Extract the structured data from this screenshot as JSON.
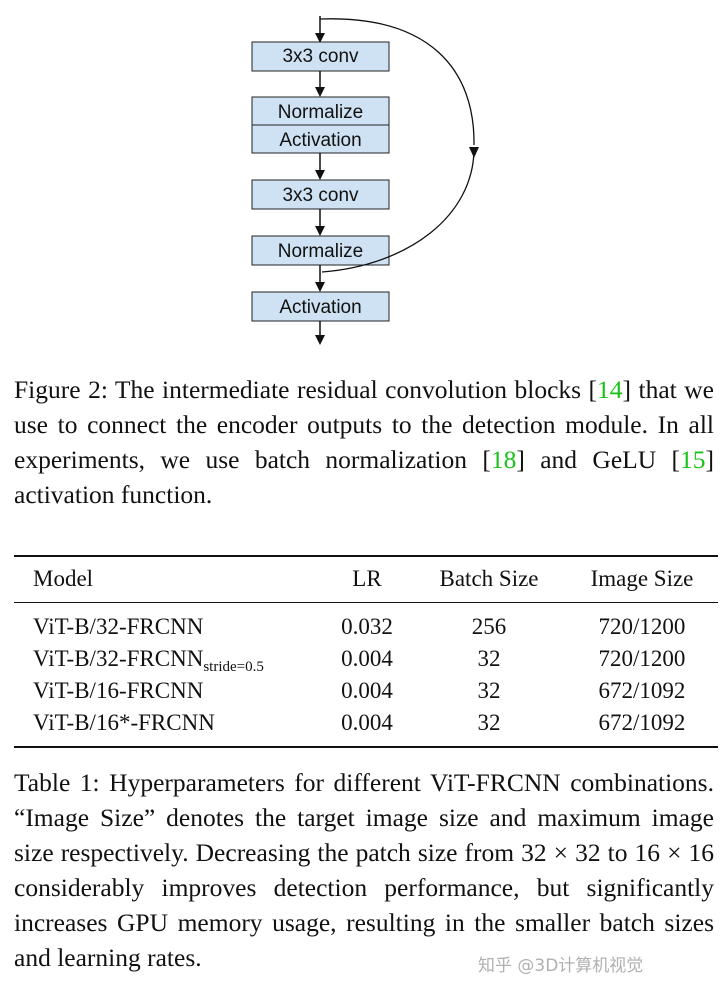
{
  "figure": {
    "blocks": [
      "3x3 conv",
      "Normalize",
      "Activation",
      "3x3 conv",
      "Normalize",
      "Activation"
    ],
    "caption": {
      "prefix": "Figure 2: The intermediate residual convolution blocks [",
      "ref1": "14",
      "mid1": "] that we use to connect the encoder outputs to the detection module. In all experiments, we use batch normalization [",
      "ref2": "18",
      "mid2": "] and GeLU [",
      "ref3": "15",
      "suffix": "] activation function."
    }
  },
  "table": {
    "headers": [
      "Model",
      "LR",
      "Batch Size",
      "Image Size"
    ],
    "rows": [
      {
        "model": "ViT-B/32-FRCNN",
        "model_sub": "",
        "lr": "0.032",
        "batch": "256",
        "image": "720/1200"
      },
      {
        "model": "ViT-B/32-FRCNN",
        "model_sub": "stride=0.5",
        "lr": "0.004",
        "batch": "32",
        "image": "720/1200"
      },
      {
        "model": "ViT-B/16-FRCNN",
        "model_sub": "",
        "lr": "0.004",
        "batch": "32",
        "image": "672/1092"
      },
      {
        "model": "ViT-B/16*-FRCNN",
        "model_sub": "",
        "lr": "0.004",
        "batch": "32",
        "image": "672/1092"
      }
    ],
    "caption": "Table 1: Hyperparameters for different ViT-FRCNN combinations. “Image Size” denotes the target image size and maximum image size respectively. Decreasing the patch size from 32 × 32 to 16 × 16 considerably improves detection performance, but significantly increases GPU memory usage, resulting in the smaller batch sizes and learning rates."
  },
  "watermark": "知乎 @3D计算机视觉",
  "colors": {
    "citation": "#19c219",
    "block_fill": "#cfe2f3"
  }
}
